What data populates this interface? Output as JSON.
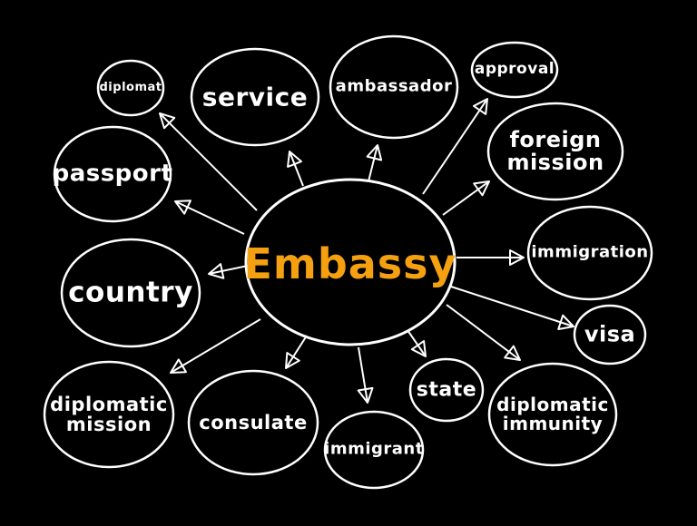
{
  "center": {
    "label": "Embassy",
    "color": "#f4a010"
  },
  "nodes": [
    {
      "id": "diplomat",
      "label": "diplomat"
    },
    {
      "id": "service",
      "label": "service"
    },
    {
      "id": "ambassador",
      "label": "ambassador"
    },
    {
      "id": "approval",
      "label": "approval"
    },
    {
      "id": "foreign-mission",
      "label": "foreign\nmission"
    },
    {
      "id": "passport",
      "label": "passport"
    },
    {
      "id": "immigration",
      "label": "immigration"
    },
    {
      "id": "country",
      "label": "country"
    },
    {
      "id": "visa",
      "label": "visa"
    },
    {
      "id": "state",
      "label": "state"
    },
    {
      "id": "diplomatic-mission",
      "label": "diplomatic\nmission"
    },
    {
      "id": "consulate",
      "label": "consulate"
    },
    {
      "id": "immigrant",
      "label": "immigrant"
    },
    {
      "id": "diplomatic-immunity",
      "label": "diplomatic\nimmunity"
    }
  ]
}
